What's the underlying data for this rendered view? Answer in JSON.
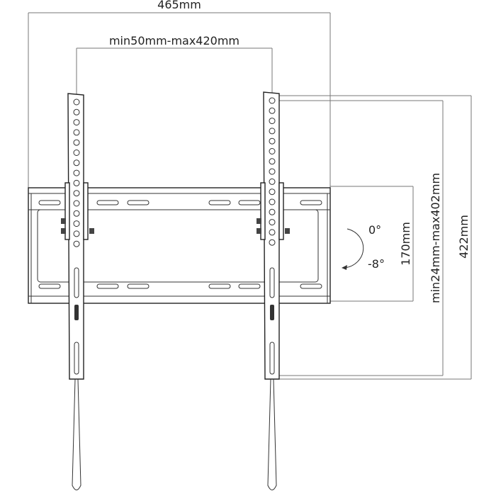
{
  "dimensions": {
    "overall_width": "465mm",
    "vesa_horizontal": "min50mm-max420mm",
    "plate_height": "170mm",
    "vesa_vertical": "min24mm-max402mm",
    "overall_height": "422mm"
  },
  "tilt": {
    "angle_top": "0°",
    "angle_bottom": "-8°"
  }
}
